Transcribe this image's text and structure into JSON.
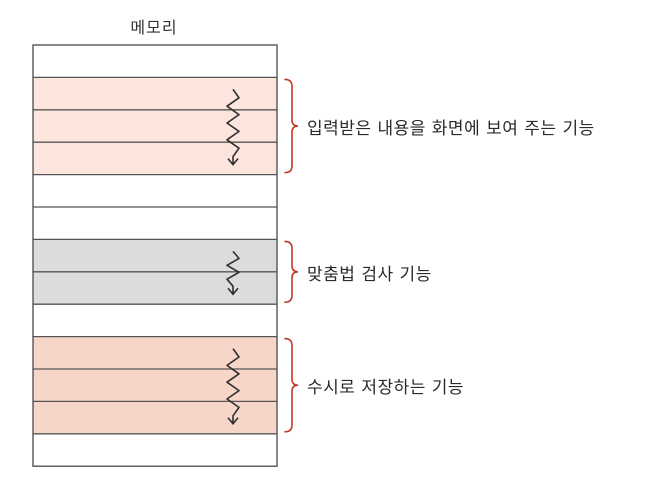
{
  "diagram": {
    "memory_title": "메모리",
    "colors": {
      "outline": "#555555",
      "free_row": "#ffffff",
      "brace": "#c0392b",
      "arrow": "#2f2f2f"
    },
    "rows": [
      {
        "type": "free",
        "fill": "#ffffff"
      },
      {
        "type": "segment",
        "segment": 0,
        "fill": "#fbe5dd"
      },
      {
        "type": "segment",
        "segment": 0,
        "fill": "#fbe5dd"
      },
      {
        "type": "segment",
        "segment": 0,
        "fill": "#fbe5dd"
      },
      {
        "type": "free",
        "fill": "#ffffff"
      },
      {
        "type": "free",
        "fill": "#ffffff"
      },
      {
        "type": "segment",
        "segment": 1,
        "fill": "#dcdcdc"
      },
      {
        "type": "segment",
        "segment": 1,
        "fill": "#dcdcdc"
      },
      {
        "type": "free",
        "fill": "#ffffff"
      },
      {
        "type": "segment",
        "segment": 2,
        "fill": "#f6d6c9"
      },
      {
        "type": "segment",
        "segment": 2,
        "fill": "#f6d6c9"
      },
      {
        "type": "segment",
        "segment": 2,
        "fill": "#f6d6c9"
      },
      {
        "type": "free",
        "fill": "#ffffff"
      }
    ],
    "segments": [
      {
        "label": "입력받은 내용을 화면에 보여 주는 기능",
        "icon": "zigzag-down-arrow-icon"
      },
      {
        "label": "맞춤법 검사 기능",
        "icon": "zigzag-down-arrow-icon"
      },
      {
        "label": "수시로 저장하는 기능",
        "icon": "zigzag-down-arrow-icon"
      }
    ]
  }
}
